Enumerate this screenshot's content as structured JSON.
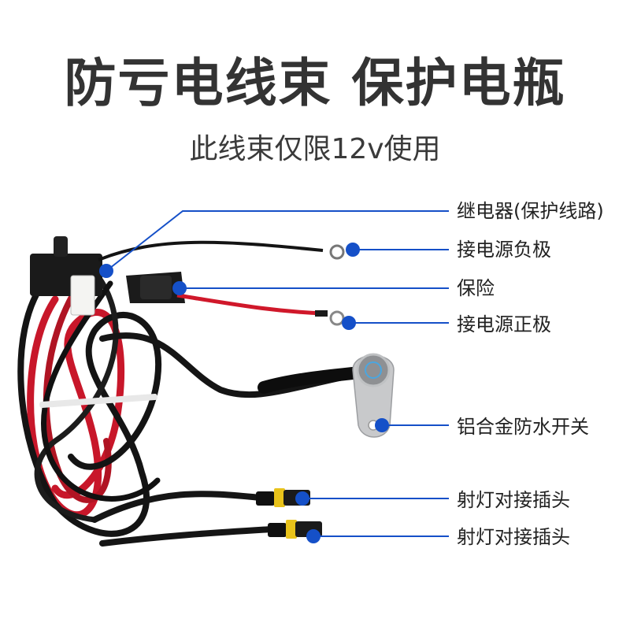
{
  "header": {
    "title": "防亏电线束 保护电瓶",
    "subtitle": "此线束仅限12v使用"
  },
  "callouts": [
    {
      "label": "继电器(保护线路)"
    },
    {
      "label": "接电源负极"
    },
    {
      "label": "保险"
    },
    {
      "label": "接电源正极"
    },
    {
      "label": "铝合金防水开关"
    },
    {
      "label": "射灯对接插头"
    },
    {
      "label": "射灯对接插头"
    }
  ],
  "colors": {
    "callout_line": "#1550c8",
    "callout_dot": "#1550c8",
    "wire_black": "#151515",
    "wire_red": "#d0182a"
  }
}
